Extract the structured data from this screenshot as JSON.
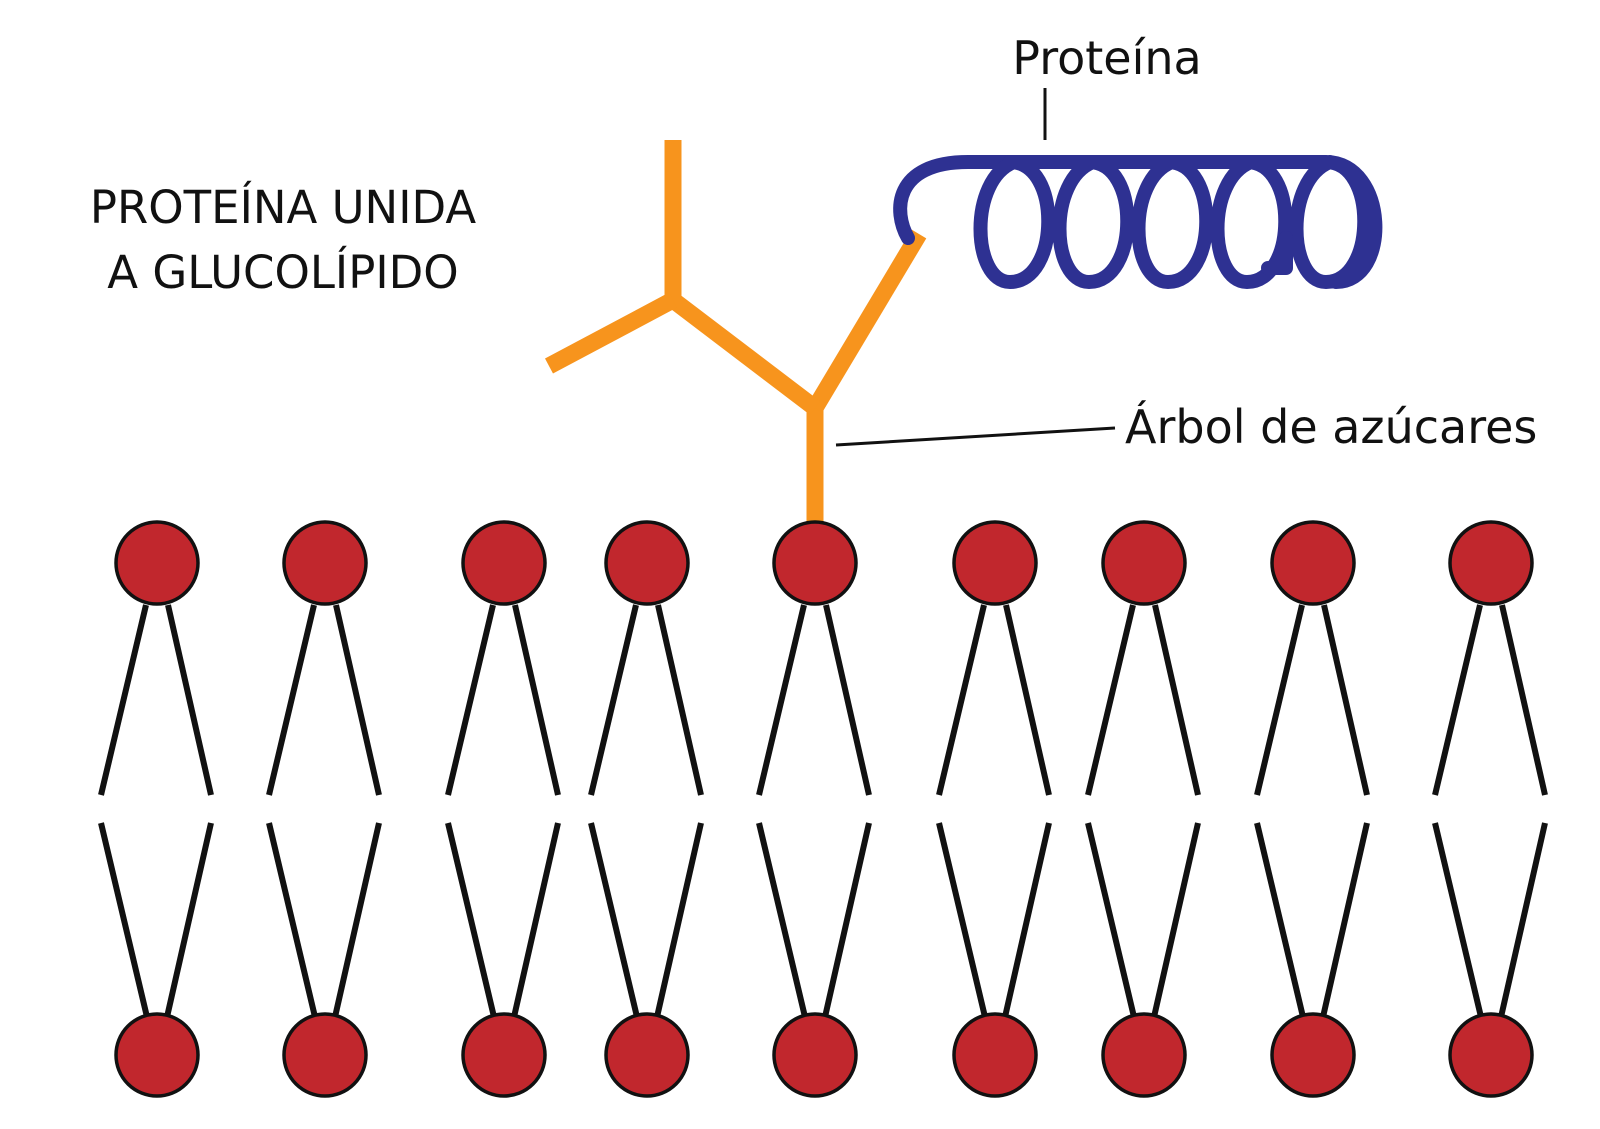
{
  "title": {
    "line1": "PROTEÍNA UNIDA",
    "line2": "A GLUCOLÍPIDO"
  },
  "labels": {
    "protein": "Proteína",
    "sugar_tree": "Árbol de azúcares"
  },
  "colors": {
    "background": "#ffffff",
    "lipid_head": "#c1272d",
    "lipid_outline": "#111111",
    "sugar_tree": "#f7941d",
    "protein_helix": "#2e3192",
    "leader_line": "#111111"
  },
  "membrane": {
    "lipid_pairs": 9,
    "layers": 2
  }
}
